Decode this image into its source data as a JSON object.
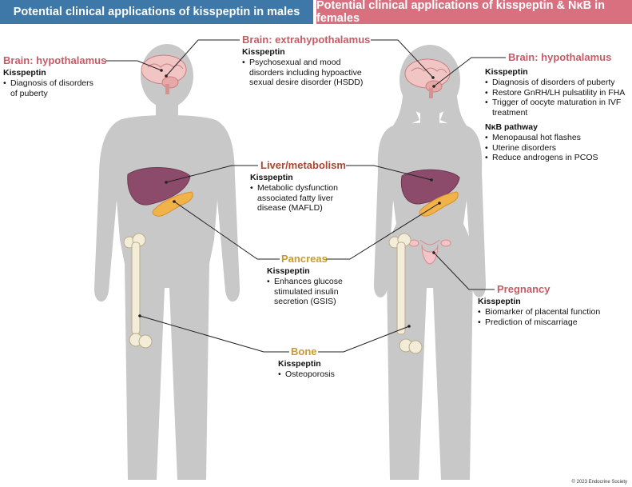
{
  "banners": {
    "left": "Potential clinical applications of kisspeptin in males",
    "right": "Potential clinical applications of kisspeptin & NκB in females"
  },
  "male": {
    "brain_hypothalamus": {
      "title": "Brain: hypothalamus",
      "subtitle": "Kisspeptin",
      "items": [
        "Diagnosis of disorders",
        "of puberty"
      ]
    }
  },
  "center": {
    "brain_extrahypothalamus": {
      "title": "Brain: extrahypothalamus",
      "subtitle": "Kisspeptin",
      "items": [
        "Psychosexual and mood",
        "disorders including hypoactive",
        "sexual desire disorder (HSDD)"
      ]
    },
    "liver": {
      "title": "Liver/metabolism",
      "subtitle": "Kisspeptin",
      "items": [
        "Metabolic dysfunction",
        "associated fatty liver",
        "disease (MAFLD)"
      ]
    },
    "pancreas": {
      "title": "Pancreas",
      "subtitle": "Kisspeptin",
      "items": [
        "Enhances glucose",
        "stimulated insulin",
        "secretion (GSIS)"
      ]
    },
    "bone": {
      "title": "Bone",
      "subtitle": "Kisspeptin",
      "items": [
        "Osteoporosis"
      ]
    }
  },
  "female": {
    "brain_hypothalamus": {
      "title": "Brain: hypothalamus",
      "subtitle": "Kisspeptin",
      "items": [
        "Diagnosis of disorders of puberty",
        "Restore GnRH/LH pulsatility in FHA",
        "Trigger of oocyte maturation in IVF",
        "treatment"
      ],
      "nkb_title": "NκB pathway",
      "nkb_items": [
        "Menopausal hot flashes",
        "Uterine disorders",
        "Reduce androgens in PCOS"
      ]
    },
    "pregnancy": {
      "title": "Pregnancy",
      "subtitle": "Kisspeptin",
      "items": [
        "Biomarker of placental function",
        "Prediction of miscarriage"
      ]
    }
  },
  "copyright": "© 2023 Endocrine Society",
  "colors": {
    "banner_male": "#3d78a8",
    "banner_female": "#d8707f",
    "silhouette": "#c8c8c8",
    "label_pink": "#c85a66",
    "label_liver": "#a8462e",
    "label_gold": "#c99a2e"
  }
}
